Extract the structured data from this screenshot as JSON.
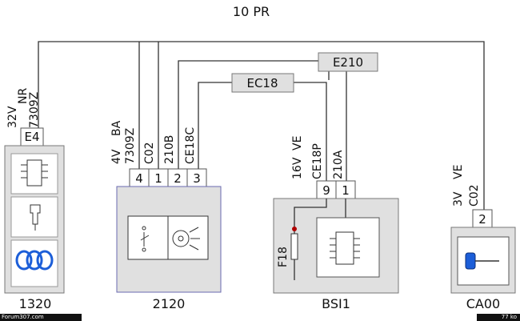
{
  "title": "10 PR",
  "splices": {
    "e210": "E210",
    "ec18": "EC18"
  },
  "c1320": {
    "name": "1320",
    "connector": "E4",
    "wire": [
      "32V",
      "NR",
      "7309Z"
    ]
  },
  "c2120": {
    "name": "2120",
    "pins": [
      "4",
      "1",
      "2",
      "3"
    ],
    "wire_4": [
      "4V",
      "BA",
      "7309Z"
    ],
    "wire_1": "C02",
    "wire_2": "210B",
    "wire_3": "CE18C"
  },
  "bsi1": {
    "name": "BSI1",
    "pins": [
      "9",
      "1"
    ],
    "wire_9": [
      "16V",
      "VE",
      "CE18P"
    ],
    "wire_1": "210A",
    "fuse": "F18"
  },
  "ca00": {
    "name": "CA00",
    "pin": "2",
    "wire": [
      "3V",
      "VE",
      "C02"
    ]
  },
  "footer": {
    "left": "Forum307.com",
    "right": "77 ko"
  }
}
